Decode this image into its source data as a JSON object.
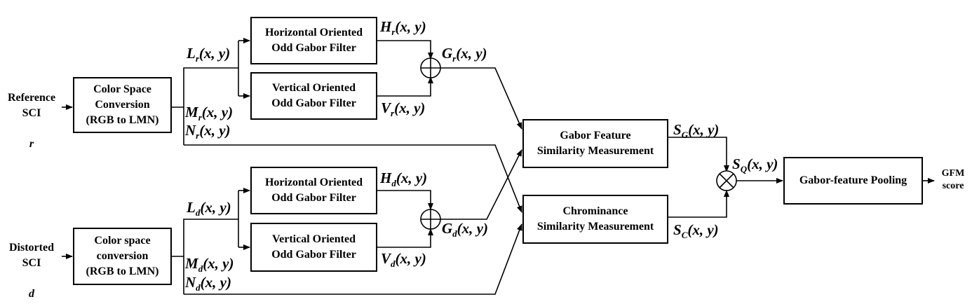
{
  "inputs": {
    "reference": {
      "line1": "Reference",
      "line2": "SCI",
      "var": "r"
    },
    "distorted": {
      "line1": "Distorted",
      "line2": "SCI",
      "var": "d"
    }
  },
  "boxes": {
    "csc_ref": {
      "line1": "Color Space",
      "line2": "Conversion",
      "line3": "(RGB to LMN)"
    },
    "csc_dist": {
      "line1": "Color space",
      "line2": "conversion",
      "line3": "(RGB to LMN)"
    },
    "hgabor_ref": {
      "line1": "Horizontal Oriented",
      "line2": "Odd Gabor Filter"
    },
    "vgabor_ref": {
      "line1": "Vertical Oriented",
      "line2": "Odd Gabor Filter"
    },
    "hgabor_dist": {
      "line1": "Horizontal Oriented",
      "line2": "Odd Gabor Filter"
    },
    "vgabor_dist": {
      "line1": "Vertical Oriented",
      "line2": "Odd Gabor Filter"
    },
    "gabor_sim": {
      "line1": "Gabor Feature",
      "line2": "Similarity Measurement"
    },
    "chroma_sim": {
      "line1": "Chrominance",
      "line2": "Similarity Measurement"
    },
    "pooling": {
      "line1": "Gabor-feature Pooling"
    }
  },
  "symbols": {
    "L_r": {
      "base": "L",
      "sub": "r",
      "args": "(x, y)"
    },
    "M_r": {
      "base": "M",
      "sub": "r",
      "args": "(x, y)"
    },
    "N_r": {
      "base": "N",
      "sub": "r",
      "args": "(x, y)"
    },
    "H_r": {
      "base": "H",
      "sub": "r",
      "args": "(x, y)"
    },
    "V_r": {
      "base": "V",
      "sub": "r",
      "args": "(x, y)"
    },
    "G_r": {
      "base": "G",
      "sub": "r",
      "args": "(x, y)"
    },
    "L_d": {
      "base": "L",
      "sub": "d",
      "args": "(x, y)"
    },
    "M_d": {
      "base": "M",
      "sub": "d",
      "args": "(x, y)"
    },
    "N_d": {
      "base": "N",
      "sub": "d",
      "args": "(x, y)"
    },
    "H_d": {
      "base": "H",
      "sub": "d",
      "args": "(x, y)"
    },
    "V_d": {
      "base": "V",
      "sub": "d",
      "args": "(x, y)"
    },
    "G_d": {
      "base": "G",
      "sub": "d",
      "args": "(x, y)"
    },
    "S_G": {
      "base": "S",
      "sub": "G",
      "args": "(x, y)"
    },
    "S_C": {
      "base": "S",
      "sub": "C",
      "args": "(x, y)"
    },
    "S_Q": {
      "base": "S",
      "sub": "Q",
      "args": "(x, y)"
    }
  },
  "output": {
    "line1": "GFM",
    "line2": "score"
  },
  "operators": {
    "sum": "add-circle-icon",
    "product": "multiply-circle-icon"
  },
  "colors": {
    "stroke": "#000000",
    "background": "#ffffff"
  }
}
